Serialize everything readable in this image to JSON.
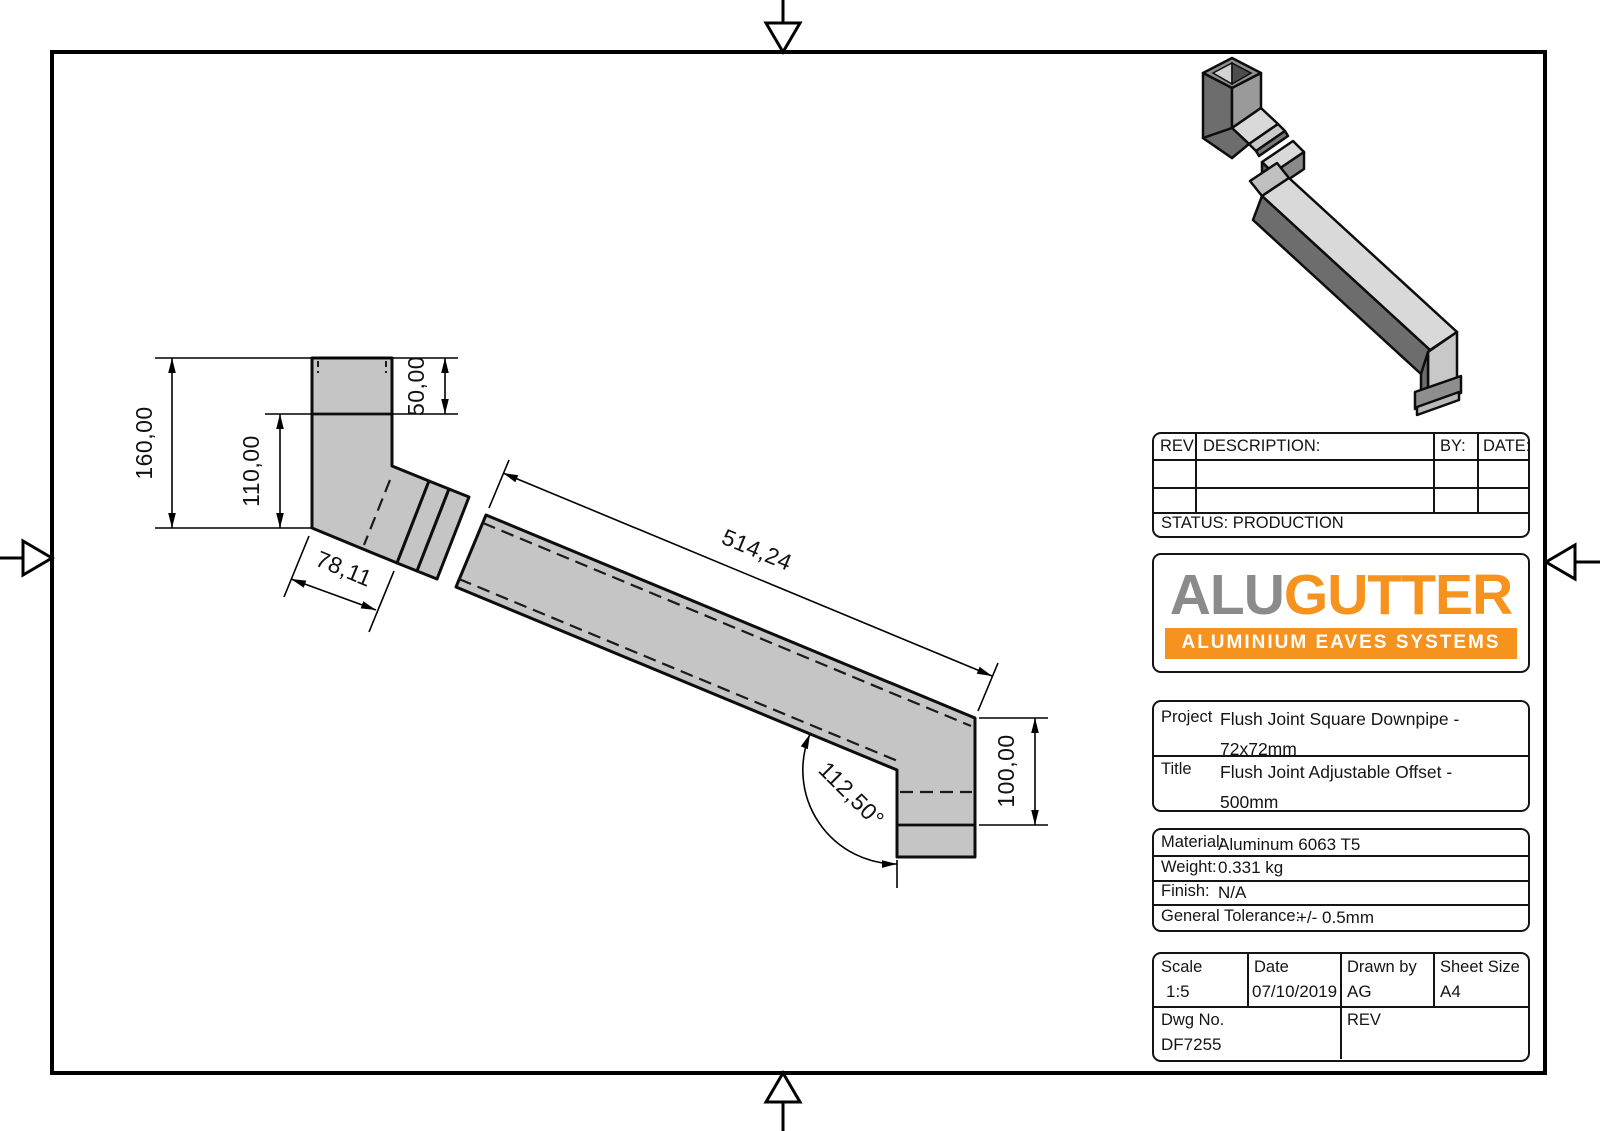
{
  "colors": {
    "accent": "#f6921e",
    "logo_gray": "#8b8b8b",
    "pipe": "#c5c5c5",
    "pipe_dark": "#6d6d6d",
    "pipe_mid": "#9a9a9a",
    "pipe_light": "#d9d9d9"
  },
  "revision_table": {
    "rev": "REV:",
    "description": "DESCRIPTION:",
    "by": "BY:",
    "date": "DATE:",
    "status": "STATUS: PRODUCTION"
  },
  "logo": {
    "part1": "ALU",
    "part2": "GUTTER",
    "tagline": "ALUMINIUM EAVES SYSTEMS"
  },
  "project": {
    "label": "Project",
    "line1": "Flush Joint Square Downpipe -",
    "line2": "72x72mm"
  },
  "part_title": {
    "label": "Title",
    "line1": "Flush Joint Adjustable Offset -",
    "line2": "500mm"
  },
  "specs": {
    "material_label": "Material:",
    "material": "Aluminum 6063 T5",
    "weight_label": "Weight:",
    "weight": "0.331 kg",
    "finish_label": "Finish:",
    "finish": "N/A",
    "tolerance_label": "General Tolerance:",
    "tolerance": "+/- 0.5mm"
  },
  "meta": {
    "scale_label": "Scale",
    "scale": "1:5",
    "date_label": "Date",
    "date": "07/10/2019",
    "drawn_label": "Drawn by",
    "drawn": "AG",
    "sheet_label": "Sheet Size",
    "sheet": "A4",
    "dwg_label": "Dwg No.",
    "dwg": "DF7255",
    "rev_label": "REV"
  },
  "dimensions": {
    "total_height": "160,00",
    "lower_height": "110,00",
    "upper_height": "50,00",
    "elbow_length": "78,11",
    "pipe_length": "514,24",
    "outlet_height": "100,00",
    "offset_angle": "112,50°"
  }
}
